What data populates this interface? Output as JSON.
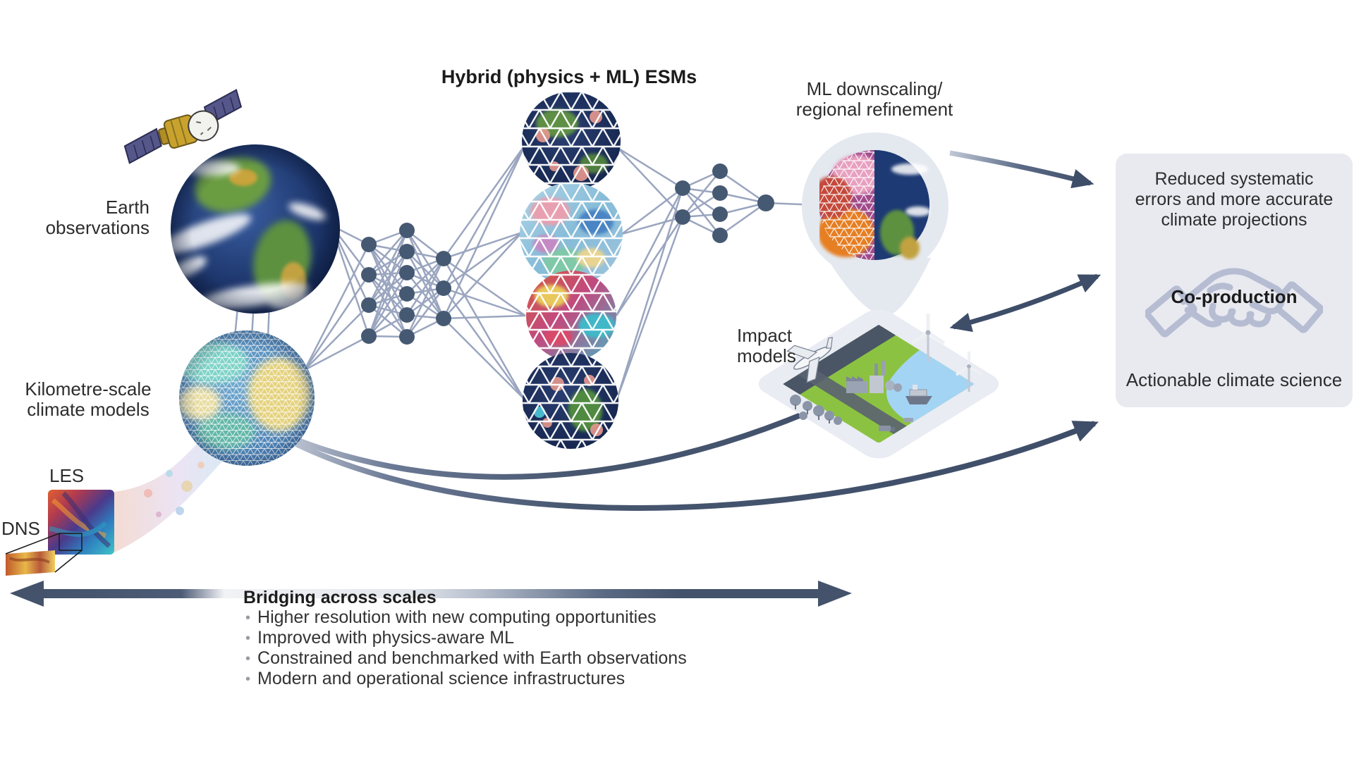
{
  "diagram": {
    "title": "Hybrid (physics + ML) ESMs",
    "labels": {
      "earth_observations": "Earth\nobservations",
      "kilometre_scale": "Kilometre-scale\nclimate models",
      "les": "LES",
      "dns": "DNS",
      "ml_downscaling": "ML downscaling/\nregional refinement",
      "impact_models": "Impact\nmodels"
    },
    "outcome_box": {
      "top_text": "Reduced systematic\nerrors and more accurate\nclimate projections",
      "handshake_label": "Co-production",
      "bottom_text": "Actionable climate science"
    },
    "bridging": {
      "heading": "Bridging across scales",
      "bullets": [
        "Higher resolution with new computing opportunities",
        "Improved with physics-aware ML",
        "Constrained and benchmarked with Earth observations",
        "Modern and operational science infrastructures"
      ]
    },
    "icons": {
      "satellite": "satellite-icon",
      "handshake": "co-production-handshake-icon",
      "earth_globe": "earth-observations-globe",
      "km_globe": "kilometre-scale-globe",
      "esm_globes": "hybrid-esm-globe-stack",
      "downscaling_globe": "ml-downscaling-globe",
      "impact_map": "impact-models-map",
      "neural_network": "neural-network-nodes"
    },
    "colors": {
      "arrow_dark": "#3e4d68",
      "bridge_arrow": "#44536b",
      "network_node": "#465972",
      "network_edge": "#9aa5bf",
      "box_bg": "#e8eaf0",
      "pin_bg": "#e4e8ef",
      "handshake": "#b6bdd2",
      "text": "#2d2d2d"
    }
  }
}
